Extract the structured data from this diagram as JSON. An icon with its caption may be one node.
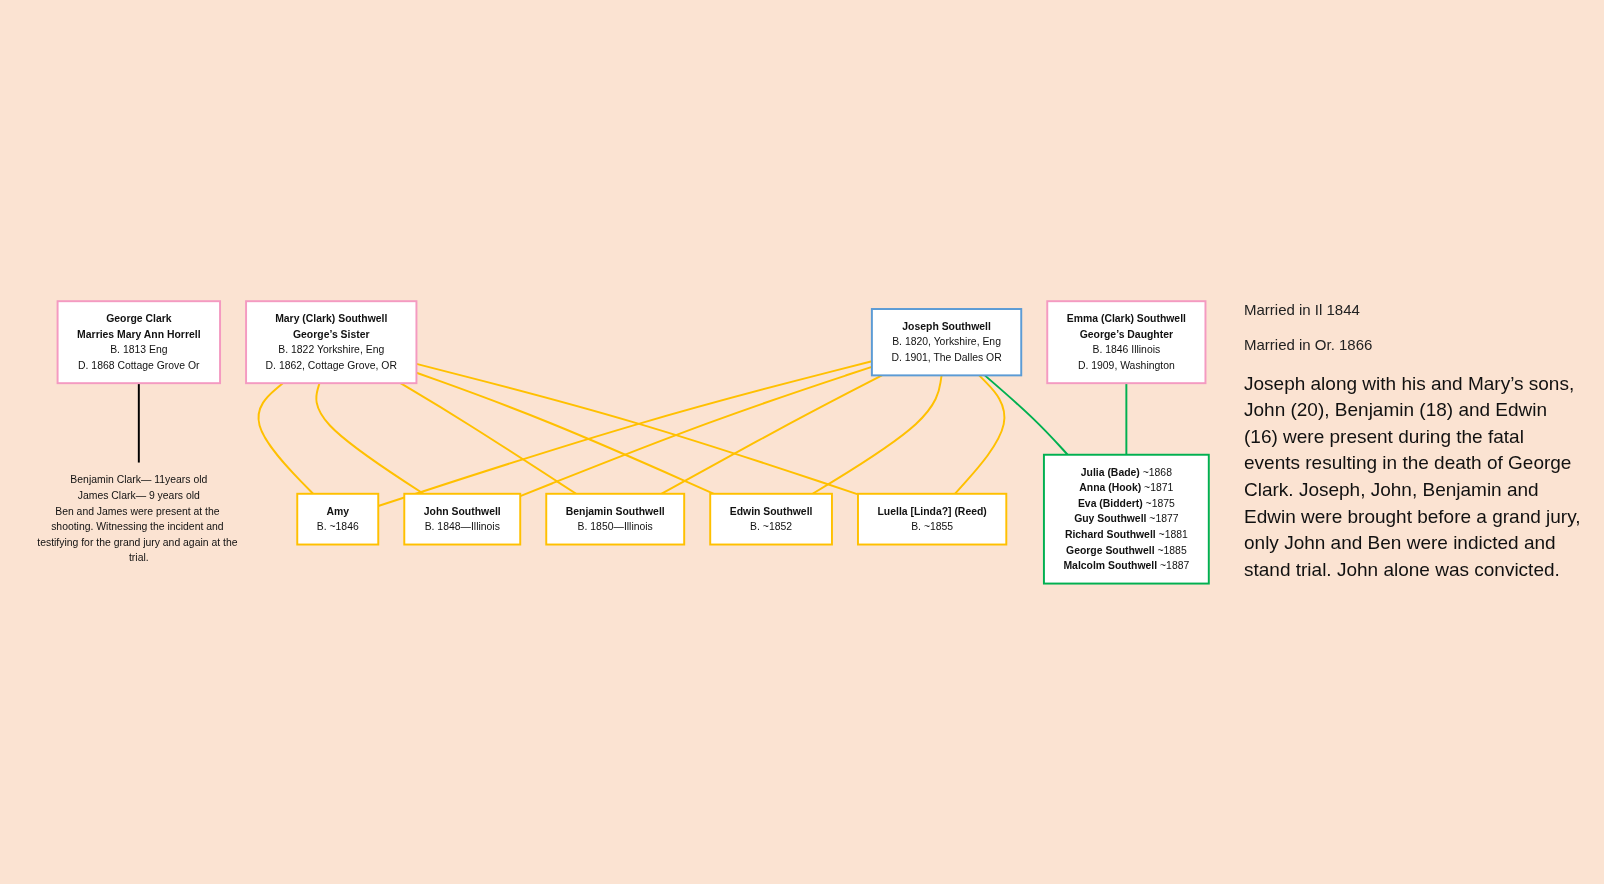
{
  "diagram": {
    "nodes": [
      {
        "text": [
          "George Clark",
          "Marries Mary Ann Horrell",
          "B. 1813 Eng",
          "D. 1868 Cottage Grove Or"
        ]
      },
      {
        "text": [
          "Mary (Clark) Southwell",
          "George’s Sister",
          "B. 1822 Yorkshire, Eng",
          "D. 1862, Cottage Grove, OR"
        ]
      },
      {
        "text": [
          "Emma (Clark) Southwell",
          "George’s Daughter",
          "B. 1846 Illinois",
          "D. 1909, Washington"
        ]
      },
      {
        "text": [
          "Joseph Southwell",
          "B. 1820, Yorkshire, Eng",
          "D. 1901, The Dalles OR"
        ]
      },
      {
        "text": [
          "Benjamin Clark— 11years old",
          "James Clark— 9 years old",
          "Ben and James were present at the shooting. Witnessing the incident and testifying for the grand jury and again at the trial."
        ]
      },
      {
        "text": [
          "Amy",
          "B. ~1846"
        ]
      },
      {
        "text": [
          "John Southwell",
          "B. 1848—Illinois"
        ]
      },
      {
        "text": [
          "Benjamin Southwell",
          "B. 1850—Illinois"
        ]
      },
      {
        "text": [
          "Edwin Southwell",
          "B.  ~1852"
        ]
      },
      {
        "text": [
          "Luella [Linda?] (Reed)",
          "B. ~1855"
        ]
      },
      {
        "text": [
          "**Julia (Bade)** ~1868",
          "**Anna (Hook)** ~1871",
          "**Eva (Biddert)** ~1875",
          "**Guy Southwell** ~1877",
          "**Richard Southwell**  ~1881",
          "**George Southwell** ~1885",
          "**Malcolm Southwell** ~1887"
        ]
      }
    ],
    "edges": [
      {
        "from": 0,
        "to": 4,
        "arrow": "none",
        "color": "#000000"
      },
      {
        "from": 1,
        "to": 5,
        "arrow": "none"
      },
      {
        "from": 1,
        "to": 6,
        "arrow": "none"
      },
      {
        "from": 1,
        "to": 7,
        "arrow": "none"
      },
      {
        "from": 1,
        "to": 8,
        "arrow": "none"
      },
      {
        "from": 1,
        "to": 9,
        "arrow": "none"
      },
      {
        "from": 3,
        "to": 5,
        "arrow": "none"
      },
      {
        "from": 3,
        "to": 6,
        "arrow": "none"
      },
      {
        "from": 3,
        "to": 7,
        "arrow": "none"
      },
      {
        "from": 3,
        "to": 8,
        "arrow": "none"
      },
      {
        "from": 3,
        "to": 9,
        "arrow": "none"
      },
      {
        "from": 2,
        "to": 10,
        "arrow": "none",
        "color": "#00b050"
      },
      {
        "from": 3,
        "to": 10,
        "arrow": "none",
        "color": "#00b050"
      }
    ],
    "labels": [
      "Married in Il 1844",
      "Married in Or. 1866",
      "Joseph along with his and Mary’s sons, John (20), Benjamin (18) and Edwin (16) were present during the fatal events resulting in the death of George Clark. Joseph, John, Benjamin and Edwin were brought before a grand jury, only John and Ben were indicted and stand trial. John alone was convicted."
    ]
  }
}
